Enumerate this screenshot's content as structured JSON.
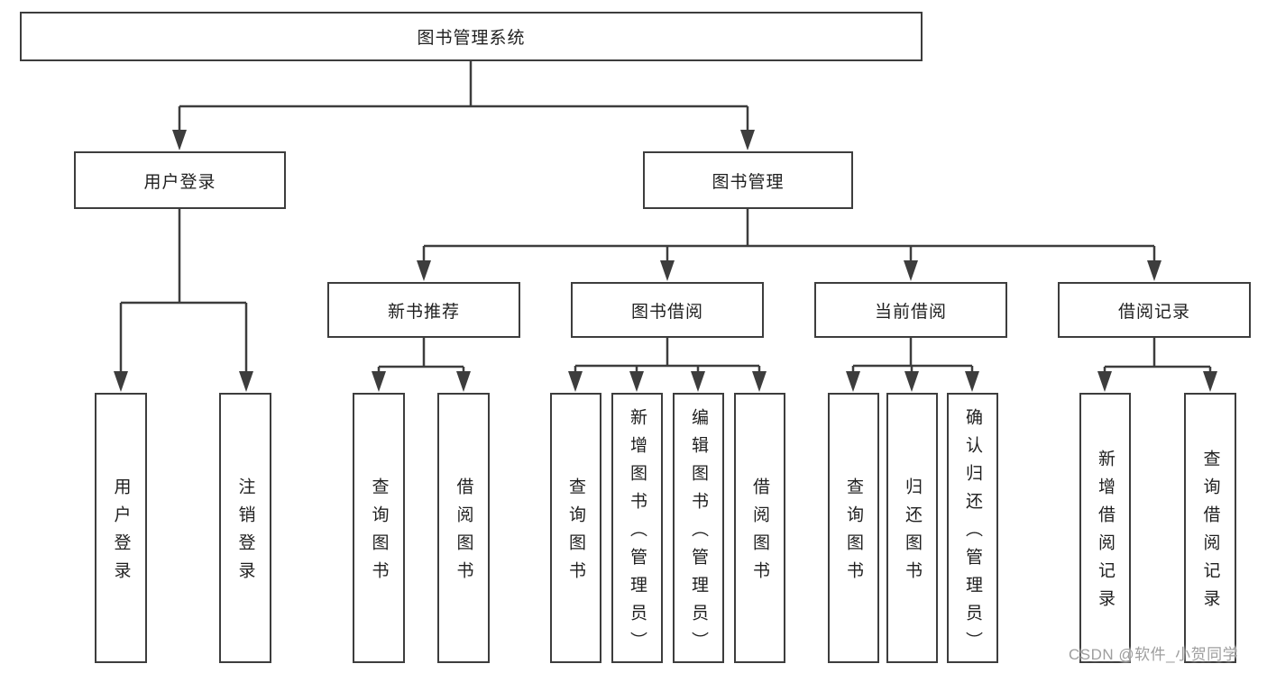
{
  "tree": {
    "root": {
      "label": "图书管理系统"
    },
    "branches": [
      {
        "label": "用户登录",
        "children": [
          {
            "label": "用户登录"
          },
          {
            "label": "注销登录"
          }
        ]
      },
      {
        "label": "图书管理",
        "children": [
          {
            "label": "新书推荐",
            "children": [
              {
                "label": "查询图书"
              },
              {
                "label": "借阅图书"
              }
            ]
          },
          {
            "label": "图书借阅",
            "children": [
              {
                "label": "查询图书"
              },
              {
                "label": "新增图书（管理员）"
              },
              {
                "label": "编辑图书（管理员）"
              },
              {
                "label": "借阅图书"
              }
            ]
          },
          {
            "label": "当前借阅",
            "children": [
              {
                "label": "查询图书"
              },
              {
                "label": "归还图书"
              },
              {
                "label": "确认归还（管理员）"
              }
            ]
          },
          {
            "label": "借阅记录",
            "children": [
              {
                "label": "新增借阅记录"
              },
              {
                "label": "查询借阅记录"
              }
            ]
          }
        ]
      }
    ]
  },
  "watermark": "CSDN @软件_小贺同学",
  "colors": {
    "line": "#3d3d3d",
    "text": "#1f1f1f",
    "canvas": "#ffffff",
    "watermark": "#9e9e9e"
  }
}
